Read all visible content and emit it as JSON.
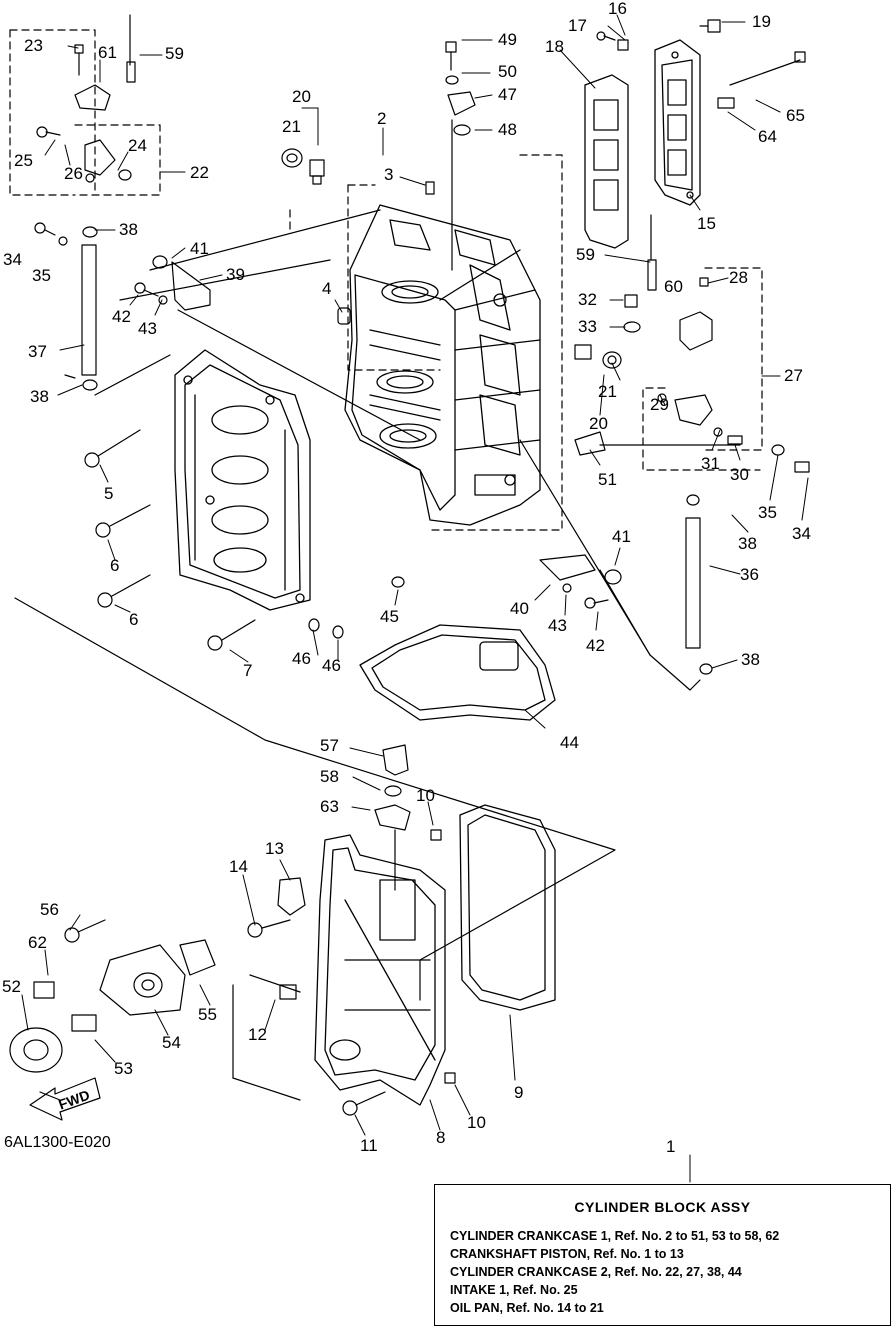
{
  "figure_code": "6AL1300-E020",
  "fwd_label": "FWD",
  "legend": {
    "ref_number": "1",
    "title": "CYLINDER  BLOCK ASSY",
    "rows": [
      "CYLINDER CRANKCASE 1, Ref. No. 2 to 51, 53 to 58, 62",
      "CRANKSHAFT PISTON,       Ref. No. 1 to 13",
      "CYLINDER CRANKCASE 2, Ref. No. 22, 27, 38, 44",
      "INTAKE 1, Ref. No. 25",
      "OIL PAN,   Ref. No. 14 to 21"
    ]
  },
  "callouts": [
    {
      "id": "c16",
      "label": "16"
    },
    {
      "id": "c17",
      "label": "17"
    },
    {
      "id": "c18",
      "label": "18"
    },
    {
      "id": "c19",
      "label": "19"
    },
    {
      "id": "c23",
      "label": "23"
    },
    {
      "id": "c61",
      "label": "61"
    },
    {
      "id": "c59a",
      "label": "59"
    },
    {
      "id": "c49",
      "label": "49"
    },
    {
      "id": "c50",
      "label": "50"
    },
    {
      "id": "c47",
      "label": "47"
    },
    {
      "id": "c48",
      "label": "48"
    },
    {
      "id": "c20a",
      "label": "20"
    },
    {
      "id": "c21a",
      "label": "21"
    },
    {
      "id": "c2",
      "label": "2"
    },
    {
      "id": "c3",
      "label": "3"
    },
    {
      "id": "c65",
      "label": "65"
    },
    {
      "id": "c64",
      "label": "64"
    },
    {
      "id": "c15",
      "label": "15"
    },
    {
      "id": "c24",
      "label": "24"
    },
    {
      "id": "c22",
      "label": "22"
    },
    {
      "id": "c25",
      "label": "25"
    },
    {
      "id": "c26",
      "label": "26"
    },
    {
      "id": "c38a",
      "label": "38"
    },
    {
      "id": "c34a",
      "label": "34"
    },
    {
      "id": "c35a",
      "label": "35"
    },
    {
      "id": "c41a",
      "label": "41"
    },
    {
      "id": "c39",
      "label": "39"
    },
    {
      "id": "c4",
      "label": "4"
    },
    {
      "id": "c42a",
      "label": "42"
    },
    {
      "id": "c43a",
      "label": "43"
    },
    {
      "id": "c59b",
      "label": "59"
    },
    {
      "id": "c28",
      "label": "28"
    },
    {
      "id": "c60",
      "label": "60"
    },
    {
      "id": "c32",
      "label": "32"
    },
    {
      "id": "c33",
      "label": "33"
    },
    {
      "id": "c27",
      "label": "27"
    },
    {
      "id": "c37",
      "label": "37"
    },
    {
      "id": "c38b",
      "label": "38"
    },
    {
      "id": "c21b",
      "label": "21"
    },
    {
      "id": "c20b",
      "label": "20"
    },
    {
      "id": "c29",
      "label": "29"
    },
    {
      "id": "c31",
      "label": "31"
    },
    {
      "id": "c30",
      "label": "30"
    },
    {
      "id": "c51",
      "label": "51"
    },
    {
      "id": "c5",
      "label": "5"
    },
    {
      "id": "c35b",
      "label": "35"
    },
    {
      "id": "c34b",
      "label": "34"
    },
    {
      "id": "c38c",
      "label": "38"
    },
    {
      "id": "c6a",
      "label": "6"
    },
    {
      "id": "c41b",
      "label": "41"
    },
    {
      "id": "c36",
      "label": "36"
    },
    {
      "id": "c6b",
      "label": "6"
    },
    {
      "id": "c45",
      "label": "45"
    },
    {
      "id": "c40",
      "label": "40"
    },
    {
      "id": "c43b",
      "label": "43"
    },
    {
      "id": "c42b",
      "label": "42"
    },
    {
      "id": "c46a",
      "label": "46"
    },
    {
      "id": "c46b",
      "label": "46"
    },
    {
      "id": "c7",
      "label": "7"
    },
    {
      "id": "c38d",
      "label": "38"
    },
    {
      "id": "c44",
      "label": "44"
    },
    {
      "id": "c57",
      "label": "57"
    },
    {
      "id": "c58",
      "label": "58"
    },
    {
      "id": "c63",
      "label": "63"
    },
    {
      "id": "c10a",
      "label": "10"
    },
    {
      "id": "c13",
      "label": "13"
    },
    {
      "id": "c14",
      "label": "14"
    },
    {
      "id": "c56",
      "label": "56"
    },
    {
      "id": "c62",
      "label": "62"
    },
    {
      "id": "c52",
      "label": "52"
    },
    {
      "id": "c55",
      "label": "55"
    },
    {
      "id": "c12",
      "label": "12"
    },
    {
      "id": "c54",
      "label": "54"
    },
    {
      "id": "c53",
      "label": "53"
    },
    {
      "id": "c9",
      "label": "9"
    },
    {
      "id": "c10b",
      "label": "10"
    },
    {
      "id": "c8",
      "label": "8"
    },
    {
      "id": "c11",
      "label": "11"
    }
  ]
}
